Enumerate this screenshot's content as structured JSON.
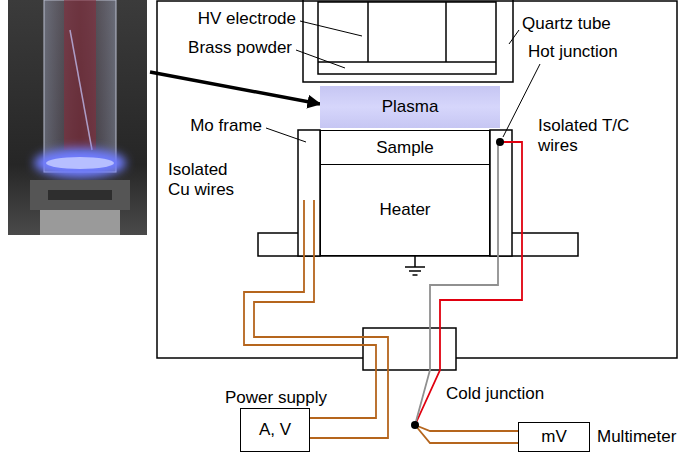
{
  "diagram": {
    "nodes": [
      {
        "text": [
          "Plasma"
        ]
      },
      {
        "text": [
          "Sample"
        ]
      },
      {
        "text": [
          "Heater"
        ]
      },
      {
        "text": [
          "Power supply",
          "A, V"
        ]
      },
      {
        "text": [
          "Multimeter",
          "mV"
        ]
      }
    ],
    "labels": [
      "HV electrode",
      "Brass powder",
      "Quartz tube",
      "Hot junction",
      "Mo frame",
      "Isolated Cu wires",
      "Isolated T/C wires",
      "Cold junction"
    ]
  }
}
